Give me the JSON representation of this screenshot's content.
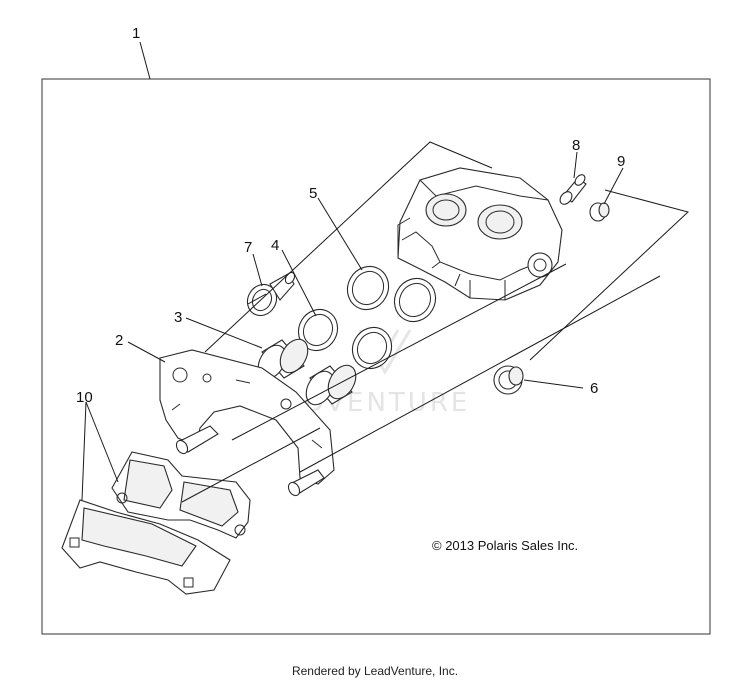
{
  "callouts": {
    "c1": "1",
    "c2": "2",
    "c3": "3",
    "c4": "4",
    "c5": "5",
    "c6": "6",
    "c7": "7",
    "c8": "8",
    "c9": "9",
    "c10": "10"
  },
  "watermark": "LEADVENTURE",
  "copyright": "© 2013 Polaris Sales Inc.",
  "footer": "Rendered by LeadVenture, Inc."
}
